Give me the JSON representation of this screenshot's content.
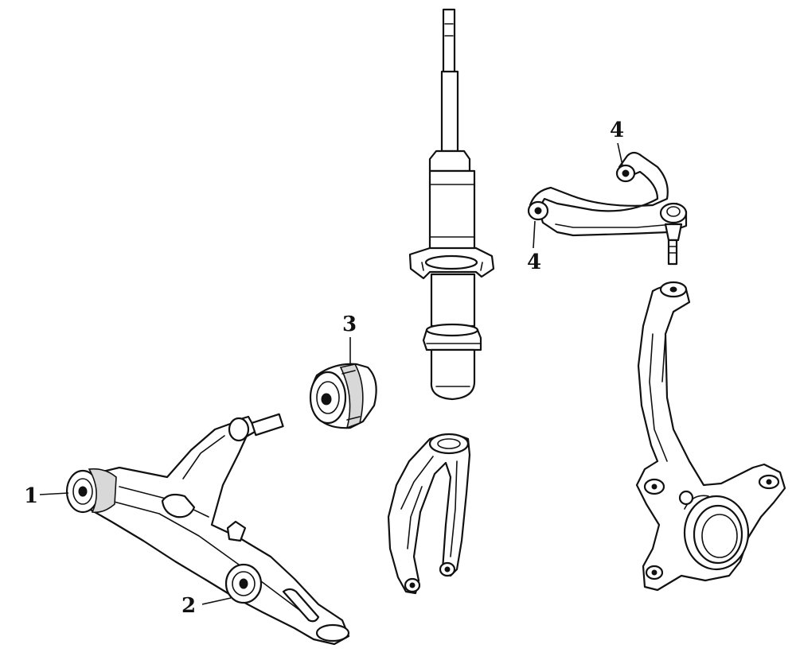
{
  "callouts": [
    {
      "id": "1",
      "text": "1",
      "part": "lower-arm-front-bushing"
    },
    {
      "id": "2",
      "text": "2",
      "part": "lower-arm-rear-bushing"
    },
    {
      "id": "3",
      "text": "3",
      "part": "compliance-bushing"
    },
    {
      "id": "4a",
      "text": "4",
      "part": "upper-arm-rear-bushing"
    },
    {
      "id": "4b",
      "text": "4",
      "part": "upper-arm-front-bushing"
    }
  ],
  "colors": {
    "line": "#111111",
    "background": "#ffffff",
    "shade": "#d8d8d8"
  }
}
